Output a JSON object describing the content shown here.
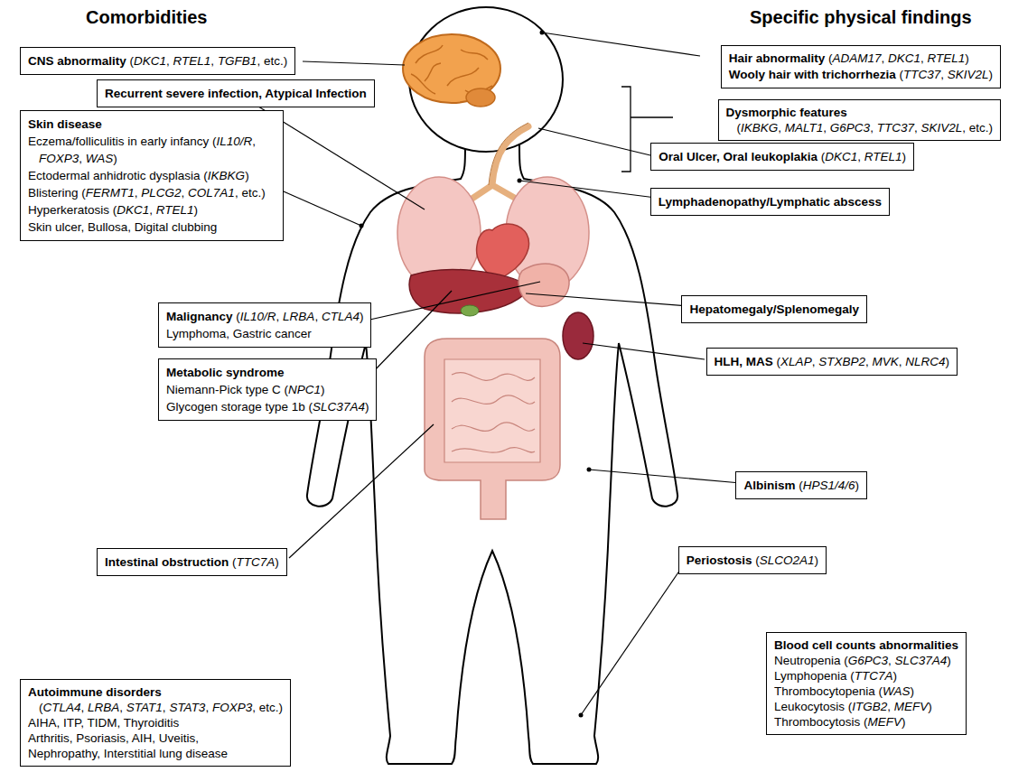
{
  "diagram": {
    "nodes": [
      {
        "text": [
          "CNS abnormality",
          "(DKC1, RTEL1, TGFB1, etc.)"
        ]
      },
      {
        "text": [
          "Recurrent severe infection, Atypical Infection"
        ]
      },
      {
        "text": [
          "Skin disease",
          "Eczema/folliculitis in early infancy (IL10/R, FOXP3, WAS)",
          "Ectodermal anhidrotic dysplasia (IKBKG)",
          "Blistering (FERMT1, PLCG2, COL7A1, etc.)",
          "Hyperkeratosis (DKC1, RTEL1)",
          "Skin ulcer, Bullosa, Digital clubbing"
        ]
      },
      {
        "text": [
          "Malignancy",
          "(IL10/R, LRBA, CTLA4)",
          "Lymphoma, Gastric cancer"
        ]
      },
      {
        "text": [
          "Metabolic syndrome",
          "Niemann-Pick type C (NPC1)",
          "Glycogen storage type 1b (SLC37A4)"
        ]
      },
      {
        "text": [
          "Intestinal obstruction",
          "(TTC7A)"
        ]
      },
      {
        "text": [
          "Autoimmune disorders",
          "(CTLA4, LRBA, STAT1, STAT3, FOXP3, etc.)",
          "AIHA, ITP, TIDM, Thyroiditis",
          "Arthritis, Psoriasis, AIH, Uveitis, Nephropathy, Interstitial lung disease"
        ]
      },
      {
        "text": [
          "Hair abnormality",
          "(ADAM17, DKC1, RTEL1)",
          "Wooly hair with trichorrhezia",
          "(TTC37, SKIV2L)"
        ]
      },
      {
        "text": [
          "Dysmorphic features",
          "(IKBKG, MALT1, G6PC3, TTC37, SKIV2L, etc.)"
        ]
      },
      {
        "text": [
          "Oral Ulcer, Oral leukoplakia",
          "(DKC1, RTEL1)"
        ]
      },
      {
        "text": [
          "Lymphadenopathy/Lymphatic abscess"
        ]
      },
      {
        "text": [
          "Hepatomegaly/Splenomegaly"
        ]
      },
      {
        "text": [
          "HLH, MAS",
          "(XLAP, STXBP2, MVK, NLRC4)"
        ]
      },
      {
        "text": [
          "Albinism",
          "(HPS1/4/6)"
        ]
      },
      {
        "text": [
          "Periostosis",
          "(SLCO2A1)"
        ]
      },
      {
        "text": [
          "Blood cell counts abnormalities",
          "Neutropenia (G6PC3, SLC37A4)",
          "Lymphopenia (TTC7A)",
          "Thrombocytopenia (WAS)",
          "Leukocytosis (ITGB2, MEFV)",
          "Thrombocytosis (MEFV)"
        ]
      }
    ],
    "labels": [
      "Comorbidities",
      "Specific physical findings"
    ]
  }
}
